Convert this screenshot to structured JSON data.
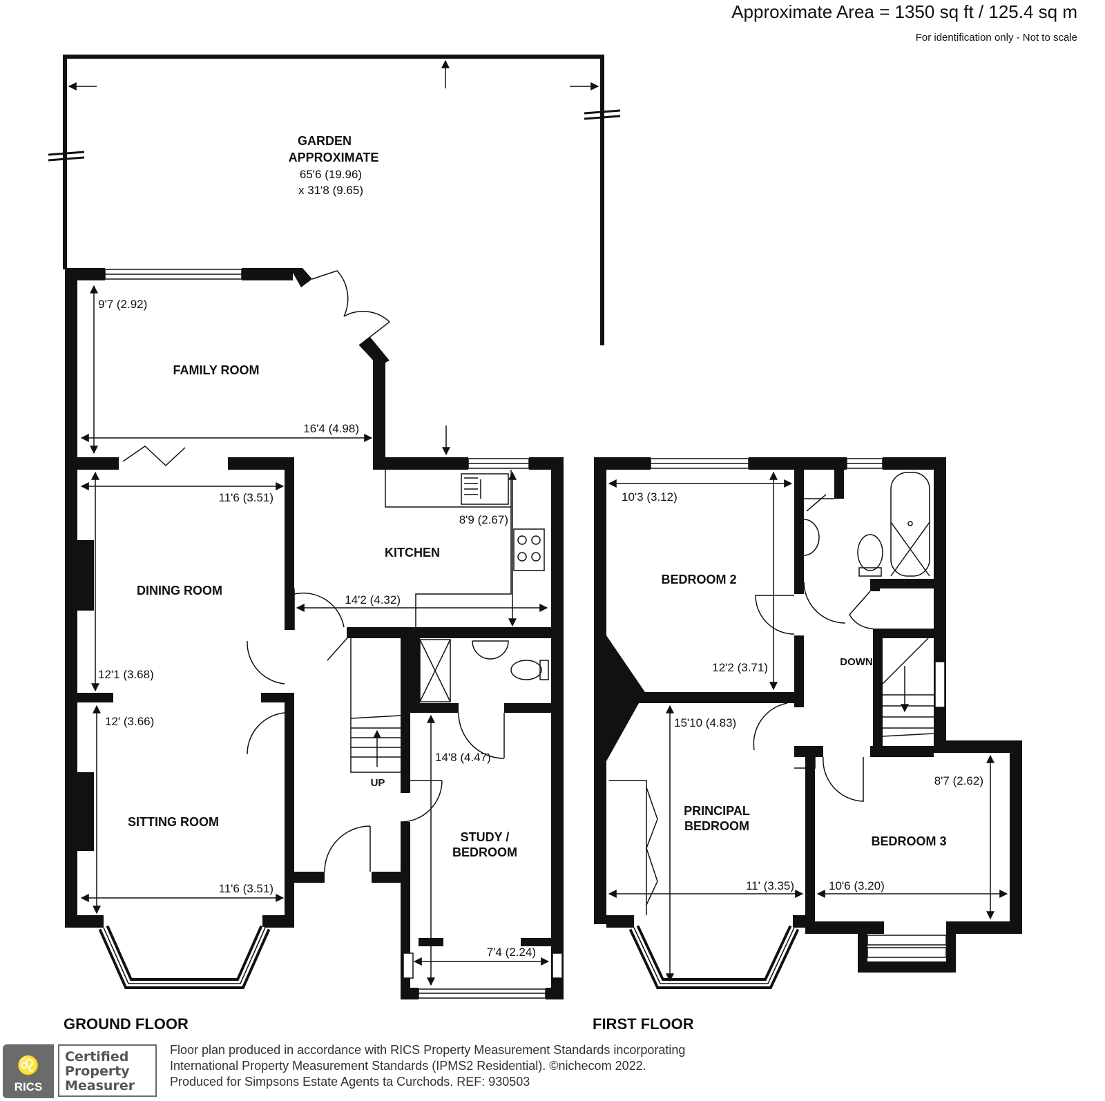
{
  "header": {
    "area": "Approximate Area = 1350 sq ft / 125.4 sq m",
    "disclaimer": "For identification only - Not to scale"
  },
  "rooms": {
    "garden_line1": "GARDEN",
    "garden_line2": "APPROXIMATE",
    "garden_dim1": "65'6 (19.96)",
    "garden_dim2": "x 31'8 (9.65)",
    "family_room": "FAMILY ROOM",
    "kitchen": "KITCHEN",
    "dining_room": "DINING ROOM",
    "sitting_room": "SITTING ROOM",
    "study_line1": "STUDY /",
    "study_line2": "BEDROOM",
    "stairs_up": "UP",
    "bedroom2": "BEDROOM 2",
    "stairs_down": "DOWN",
    "principal_line1": "PRINCIPAL",
    "principal_line2": "BEDROOM",
    "bedroom3": "BEDROOM 3"
  },
  "dimensions": {
    "family_depth": "9'7 (2.92)",
    "family_width": "16'4 (4.98)",
    "kitchen_depth": "8'9 (2.67)",
    "kitchen_width": "14'2 (4.32)",
    "dining_width": "11'6 (3.51)",
    "dining_depth": "12'1 (3.68)",
    "sitting_depth": "12' (3.66)",
    "sitting_width": "11'6 (3.51)",
    "study_depth": "14'8 (4.47)",
    "study_width": "7'4 (2.24)",
    "bedroom2_width": "10'3 (3.12)",
    "bedroom2_depth": "12'2 (3.71)",
    "principal_depth": "15'10 (4.83)",
    "principal_width": "11' (3.35)",
    "bedroom3_depth": "8'7 (2.62)",
    "bedroom3_width": "10'6 (3.20)"
  },
  "floors": {
    "ground": "GROUND FLOOR",
    "first": "FIRST FLOOR"
  },
  "badge": {
    "org": "RICS",
    "cert_line1": "Certified",
    "cert_line2": "Property",
    "cert_line3": "Measurer"
  },
  "footer": {
    "line1": "Floor plan produced in accordance with RICS Property Measurement Standards incorporating",
    "line2": "International Property Measurement Standards (IPMS2 Residential).   ©nichecom 2022.",
    "line3": "Produced for Simpsons Estate Agents ta Curchods.   REF:  930503"
  }
}
